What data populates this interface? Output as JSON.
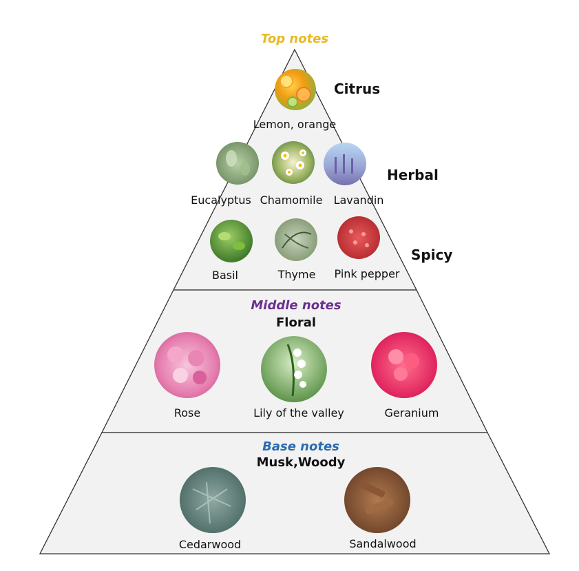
{
  "colors": {
    "top": "#e8b923",
    "middle": "#6a2f8e",
    "base": "#2a6bb0",
    "fill": "#f2f2f2",
    "stroke": "#333333"
  },
  "top": {
    "header": "Top notes",
    "citrus": {
      "title": "Citrus",
      "label": "Lemon, orange"
    },
    "herbal": {
      "title": "Herbal",
      "items": [
        "Eucalyptus",
        "Chamomile",
        "Lavandin"
      ]
    },
    "spicy": {
      "title": "Spicy",
      "items": [
        "Basil",
        "Thyme",
        "Pink pepper"
      ]
    }
  },
  "middle": {
    "header": "Middle notes",
    "title": "Floral",
    "items": [
      "Rose",
      "Lily of the valley",
      "Geranium"
    ]
  },
  "base": {
    "header": "Base notes",
    "title": "Musk,Woody",
    "items": [
      "Cedarwood",
      "Sandalwood"
    ]
  }
}
